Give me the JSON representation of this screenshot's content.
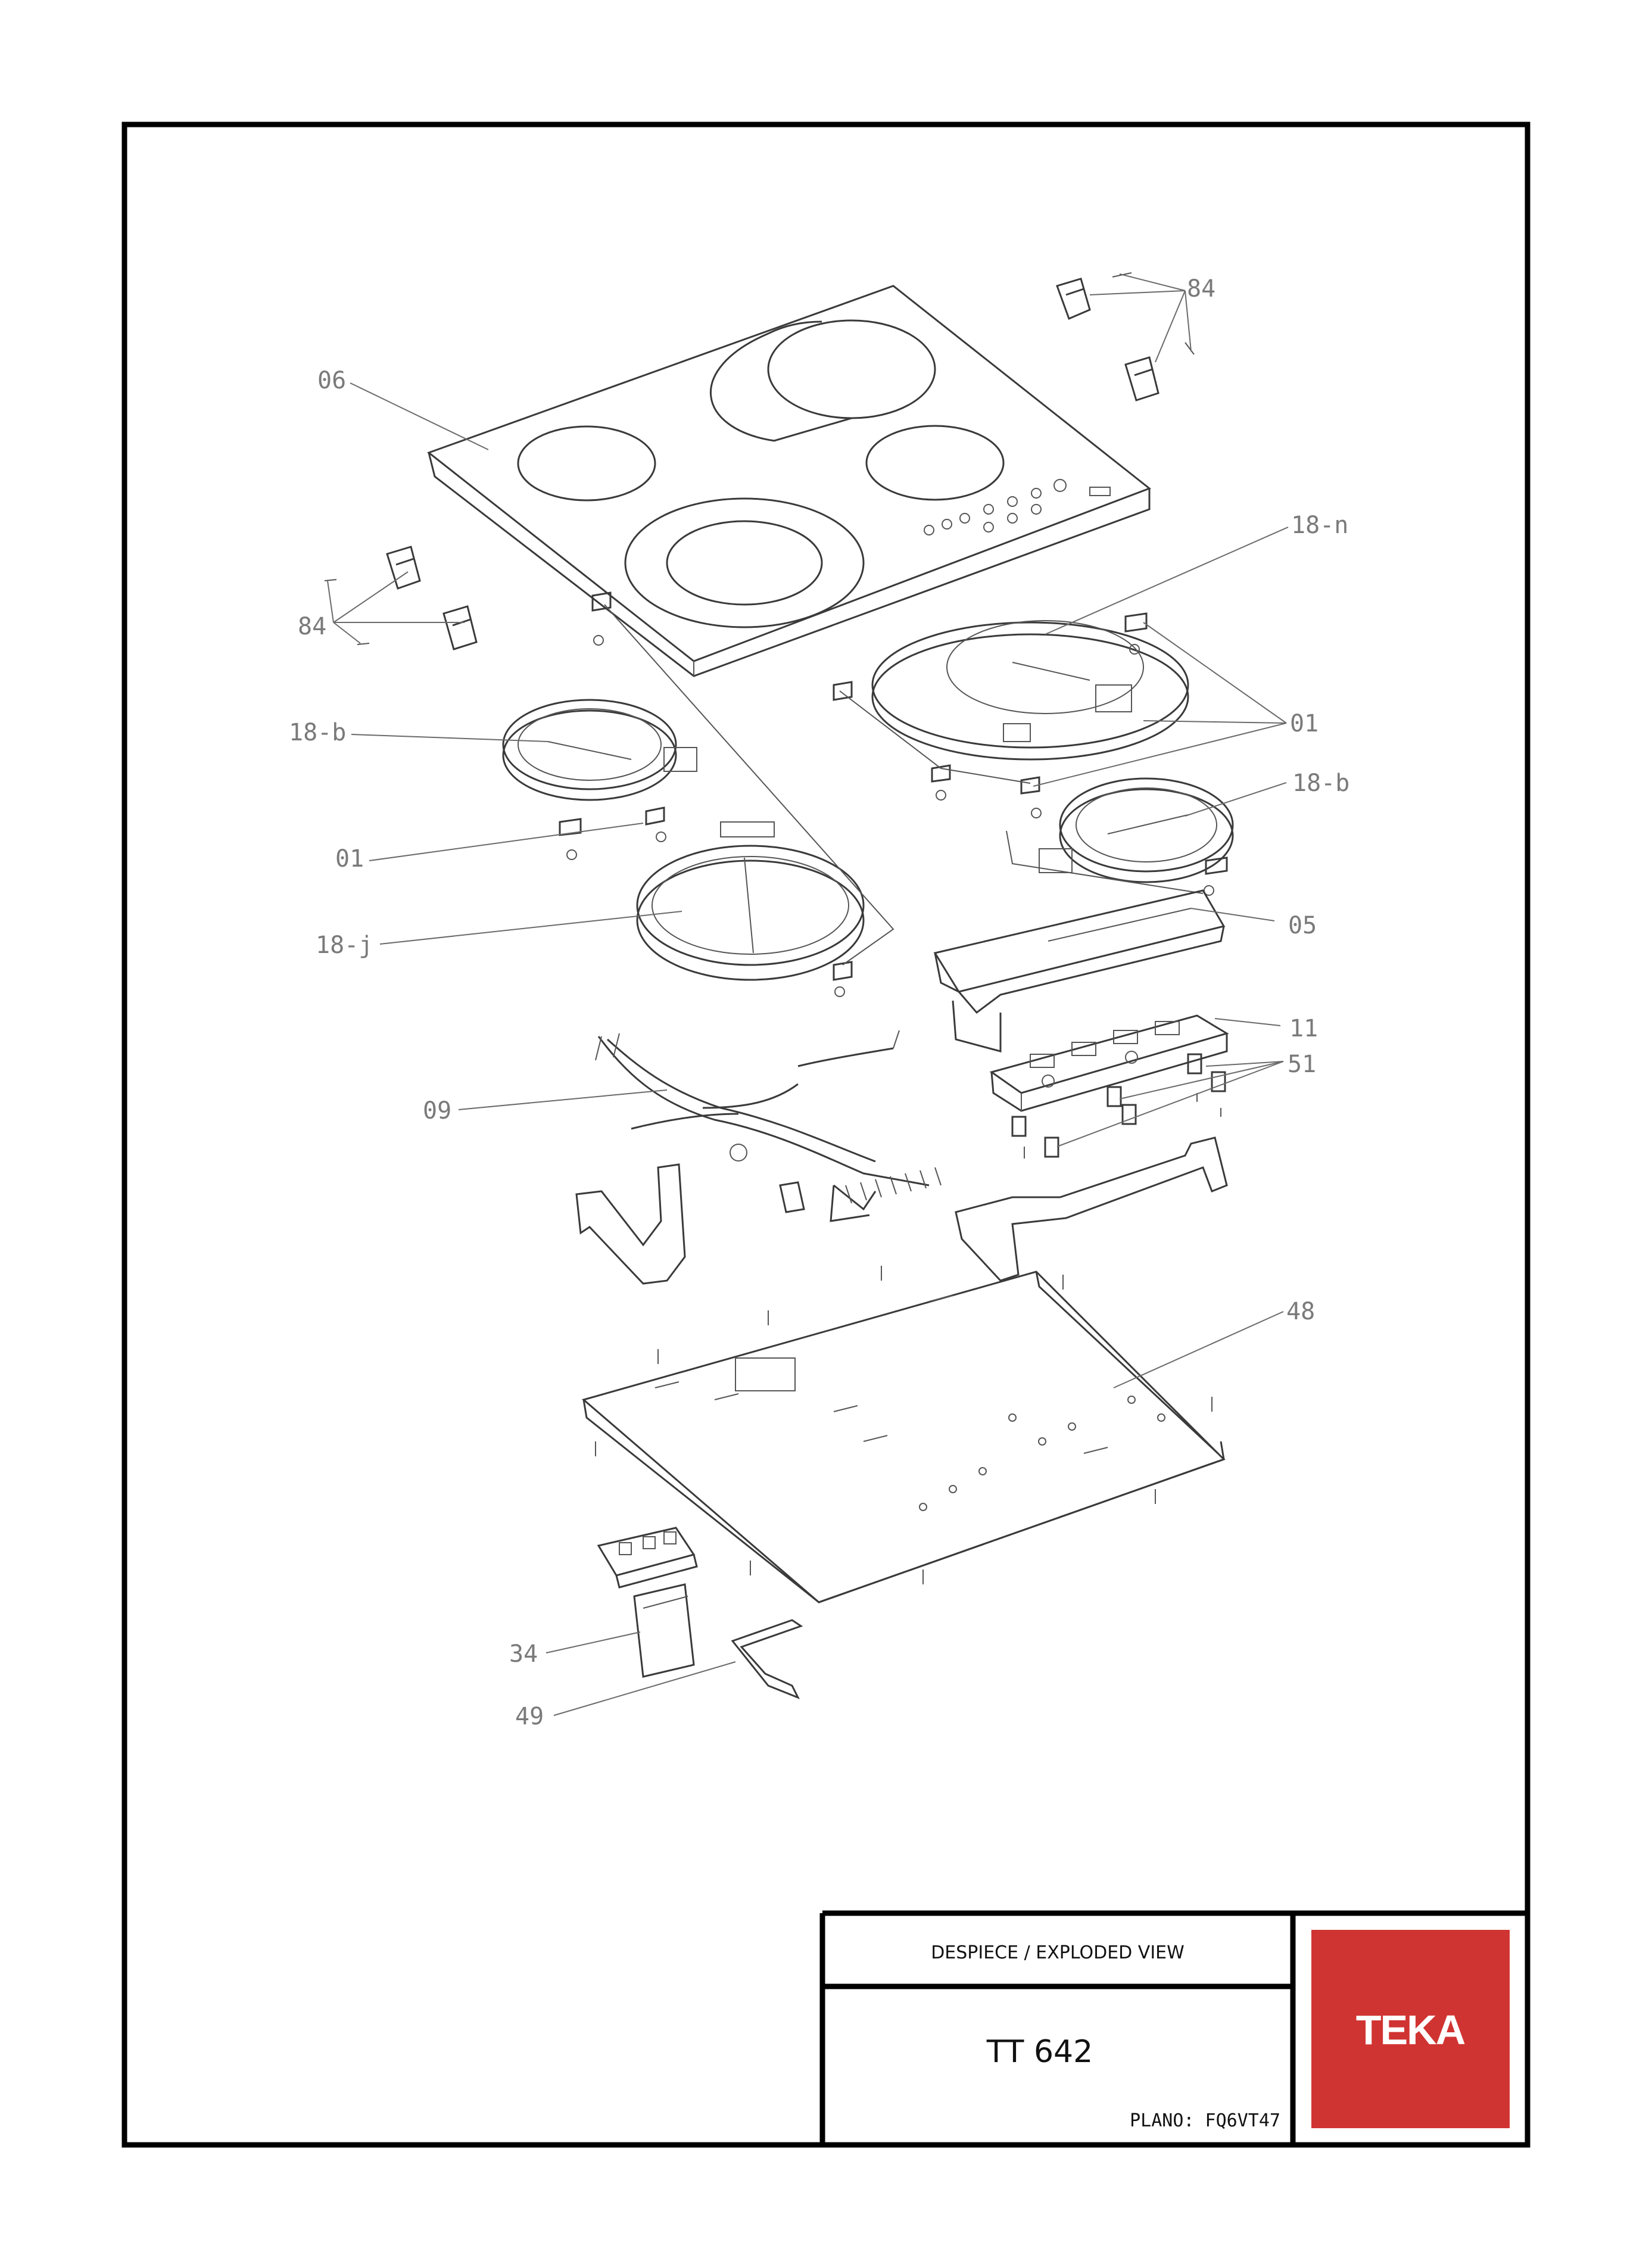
{
  "title_block": {
    "header": "DESPIECE / EXPLODED VIEW",
    "model": "TT 642",
    "plan": "PLANO: FQ6VT47",
    "logo_text": "TEKA",
    "logo_color": "#d03432"
  },
  "callouts": {
    "c06": "06",
    "c84_top": "84",
    "c84_left": "84",
    "c18n": "18-n",
    "c18b_left": "18-b",
    "c01_right": "01",
    "c18b_right": "18-b",
    "c01_left": "01",
    "c05": "05",
    "c18j": "18-j",
    "c11": "11",
    "c51": "51",
    "c09": "09",
    "c48": "48",
    "c34": "34",
    "c49": "49"
  }
}
